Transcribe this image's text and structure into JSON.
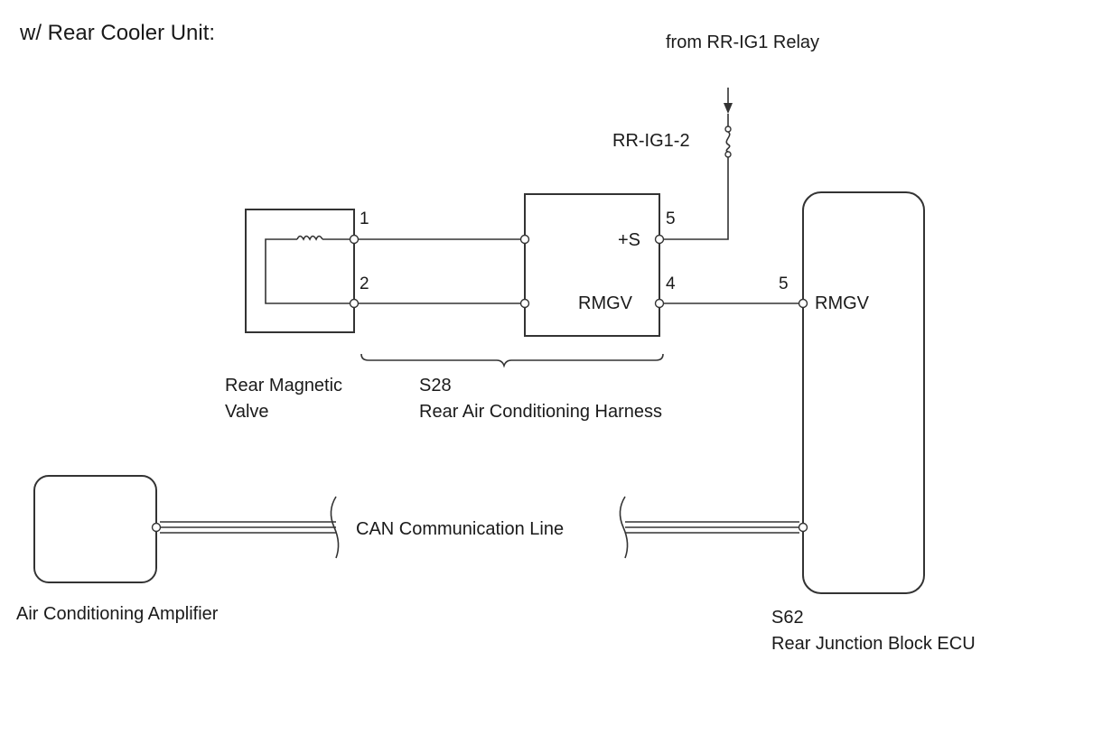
{
  "diagram": {
    "title": "w/ Rear Cooler Unit:",
    "relay_source": "from RR-IG1 Relay",
    "fuse": "RR-IG1-2",
    "magnetic_valve": {
      "name_line1": "Rear Magnetic",
      "name_line2": "Valve",
      "pin1": "1",
      "pin2": "2"
    },
    "harness": {
      "code": "S28",
      "name": "Rear Air Conditioning Harness",
      "pin_s": "5",
      "label_s": "+S",
      "pin_rmgv": "4",
      "label_rmgv": "RMGV"
    },
    "ecu": {
      "code": "S62",
      "name": "Rear Junction Block ECU",
      "pin": "5",
      "label": "RMGV"
    },
    "amplifier": {
      "name": "Air Conditioning Amplifier"
    },
    "can_line": "CAN Communication Line"
  }
}
